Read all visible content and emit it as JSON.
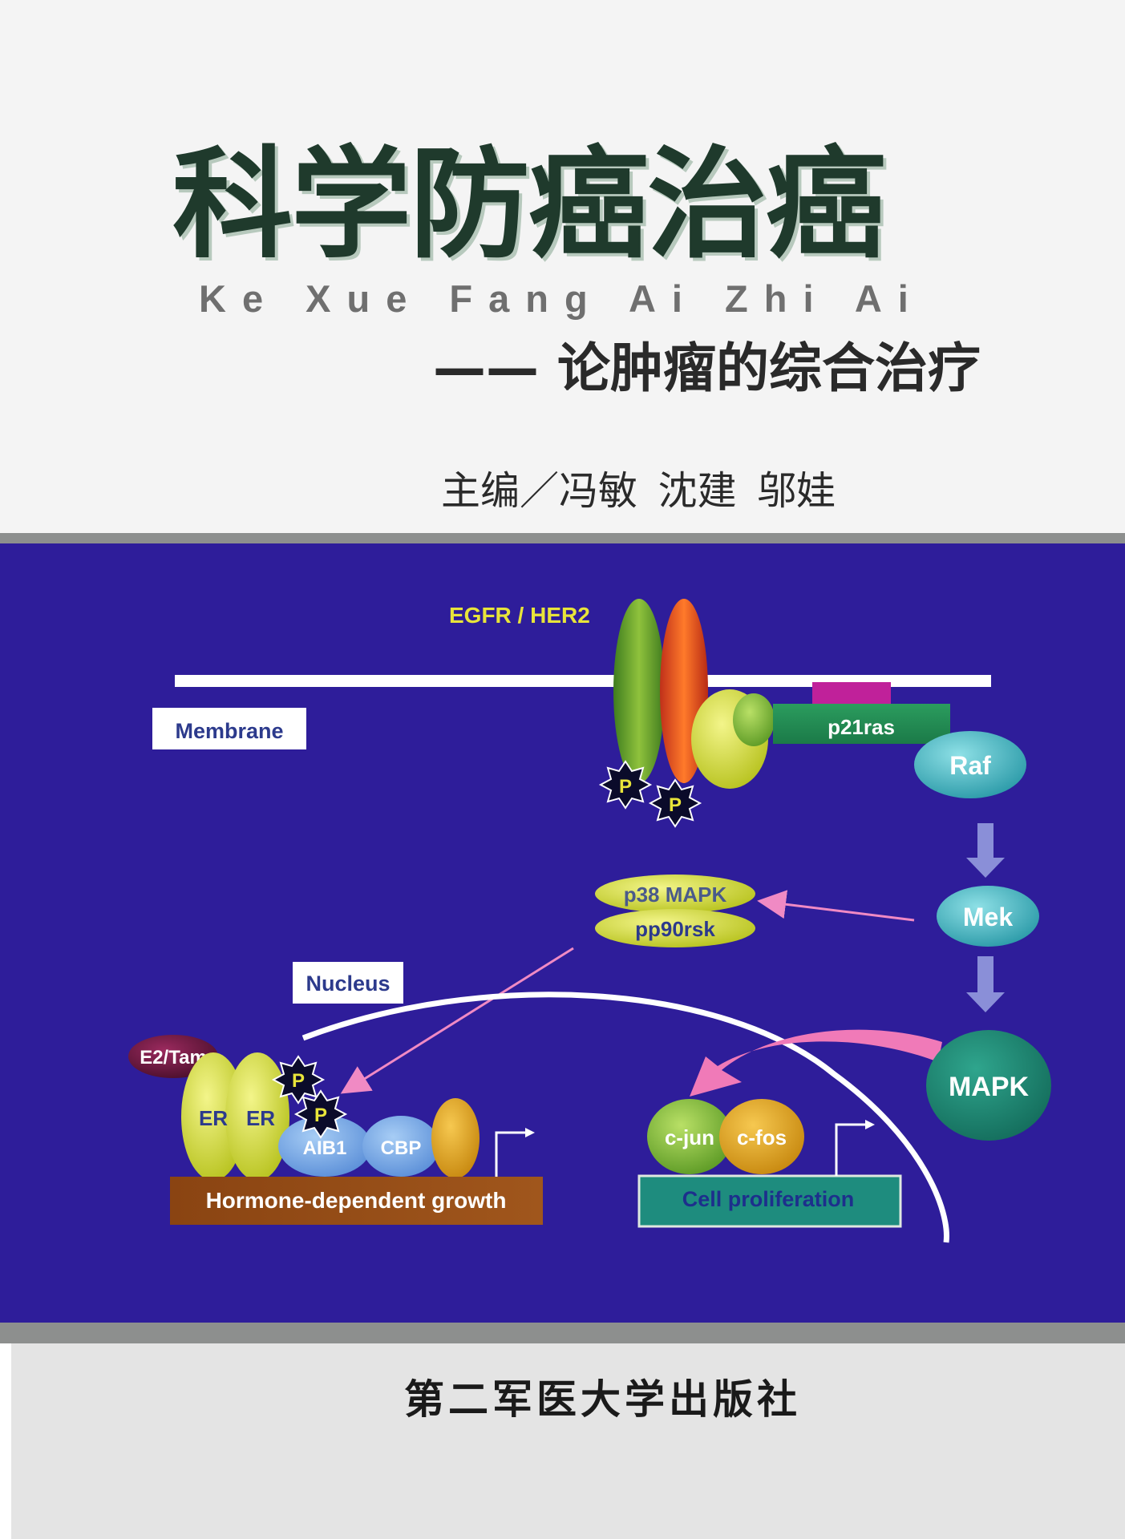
{
  "cover": {
    "title_cn": "科学防癌治癌",
    "title_pinyin": "Ke Xue Fang Ai Zhi Ai",
    "subtitle": "—— 论肿瘤的综合治疗",
    "editors": "主编／冯敏 沈建 邬娃",
    "publisher": "第二军医大学出版社"
  },
  "diagram": {
    "egfr_label": "EGFR / HER2",
    "membrane_label": "Membrane",
    "p_label": "P",
    "p21ras_label": "p21ras",
    "raf_label": "Raf",
    "p38_label": "p38 MAPK",
    "pp90_label": "pp90rsk",
    "mek_label": "Mek",
    "nucleus_label": "Nucleus",
    "e2_label": "E2/Tam",
    "er_label": "ER",
    "aib1_label": "AIB1",
    "cbp_label": "CBP",
    "hormone_label": "Hormone-dependent growth",
    "mapk_label": "MAPK",
    "cjun_label": "c-jun",
    "cfos_label": "c-fos",
    "cell_label": "Cell proliferation"
  }
}
